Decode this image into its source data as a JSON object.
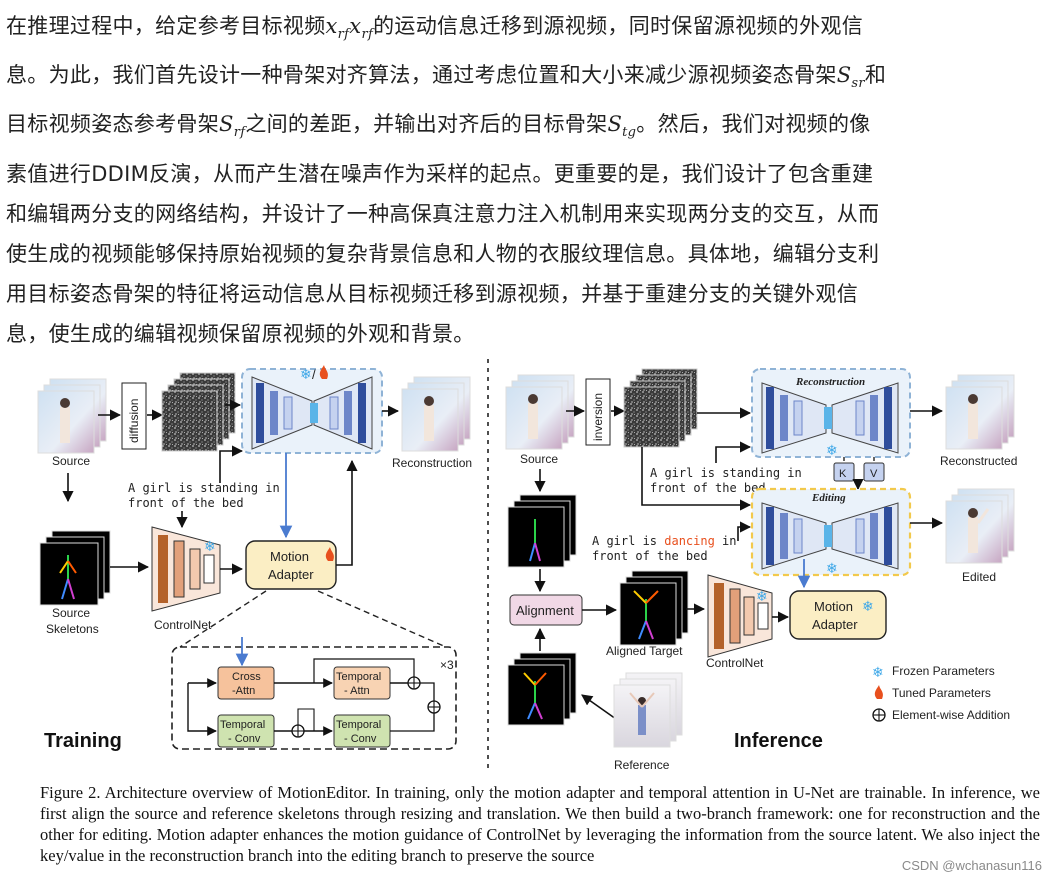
{
  "paragraph": {
    "line1_a": "在推理过程中，给定参考目标视频",
    "math_xrf_1": "x",
    "math_xrf_sub": "rf",
    "line1_b": "的运动信息迁移到源视频，同时保留源视频的外观信",
    "line2_a": "息。为此，我们首先设计一种骨架对齐算法，通过考虑位置和大小来减少源视频姿态骨架",
    "math_s": "S",
    "math_ssr_sub": "sr",
    "line2_b": "和",
    "line3_a": "目标视频姿态参考骨架",
    "math_srf_sub": "rf",
    "line3_b": "之间的差距，并输出对齐后的目标骨架",
    "math_stg_sub": "tg",
    "line3_c": "。然后，我们对视频的像",
    "line4": "素值进行DDIM反演，从而产生潜在噪声作为采样的起点。更重要的是，我们设计了包含重建",
    "line5": "和编辑两分支的网络结构，并设计了一种高保真注意力注入机制用来实现两分支的交互，从而",
    "line6": "使生成的视频能够保持原始视频的复杂背景信息和人物的衣服纹理信息。具体地，编辑分支利",
    "line7": "用目标姿态骨架的特征将运动信息从目标视频迁移到源视频，并基于重建分支的关键外观信",
    "line8": "息，使生成的编辑视频保留原视频的外观和背景。"
  },
  "figure": {
    "training": {
      "section_label": "Training",
      "source_label": "Source",
      "diffusion_label": "diffusion",
      "reconstruction_label": "Reconstruction",
      "prompt_line1": "A girl is standing in",
      "prompt_line2": "front of the bed",
      "source_skeletons_line1": "Source",
      "source_skeletons_line2": "Skeletons",
      "controlnet_label": "ControlNet",
      "motion_adapter_line1": "Motion",
      "motion_adapter_line2": "Adapter",
      "cross_attn_line1": "Cross",
      "cross_attn_line2": "-Attn",
      "temporal_attn_line1": "Temporal",
      "temporal_attn_line2": "- Attn",
      "temporal_conv_line1": "Temporal",
      "temporal_conv_line2": "- Conv",
      "repeat_label": "×3"
    },
    "inference": {
      "section_label": "Inference",
      "source_label": "Source",
      "inversion_label": "inversion",
      "reconstruction_branch_label": "Reconstruction",
      "editing_branch_label": "Editing",
      "k_label": "K",
      "v_label": "V",
      "reconstructed_label": "Reconstructed",
      "edited_label": "Edited",
      "prompt1_line1": "A girl is standing in",
      "prompt1_line2": "front of the bed",
      "prompt2_prefix": "A girl is ",
      "prompt2_highlight": "dancing",
      "prompt2_suffix": " in",
      "prompt2_line2": "front of the bed",
      "alignment_label": "Alignment",
      "aligned_target_label": "Aligned Target",
      "controlnet_label": "ControlNet",
      "motion_adapter_line1": "Motion",
      "motion_adapter_line2": "Adapter",
      "reference_label": "Reference"
    },
    "legend": {
      "frozen": "Frozen Parameters",
      "tuned": "Tuned Parameters",
      "addition": "Element-wise Addition"
    },
    "colors": {
      "unet_dark": "#2f4d9c",
      "unet_mid": "#6d86c9",
      "unet_light": "#c5d2ef",
      "unet_center": "#5ab4e8",
      "controlnet_dark": "#b4622a",
      "controlnet_mid": "#e2a07a",
      "adapter_fill": "#fbeec4",
      "cross_attn_fill": "#f6c29c",
      "temporal_attn_fill": "#f8d3b3",
      "temporal_conv_fill": "#cfe3b0",
      "alignment_fill": "#f1d8e6",
      "reconstruction_dash": "#8fb3d6",
      "editing_dash": "#f2c94c",
      "arrow_blue": "#4a7bd0",
      "flame": "#e8501e",
      "snowflake": "#3fa8e8"
    }
  },
  "caption": {
    "text": "Figure 2. Architecture overview of MotionEditor. In training, only the motion adapter and temporal attention in U-Net are trainable. In inference, we first align the source and reference skeletons through resizing and translation. We then build a two-branch framework: one for reconstruction and the other for editing. Motion adapter enhances the motion guidance of ControlNet by leveraging the information from the source latent. We also inject the key/value in the reconstruction branch into the editing branch to preserve the source"
  },
  "watermark": {
    "text": "CSDN @wchanasun116"
  }
}
